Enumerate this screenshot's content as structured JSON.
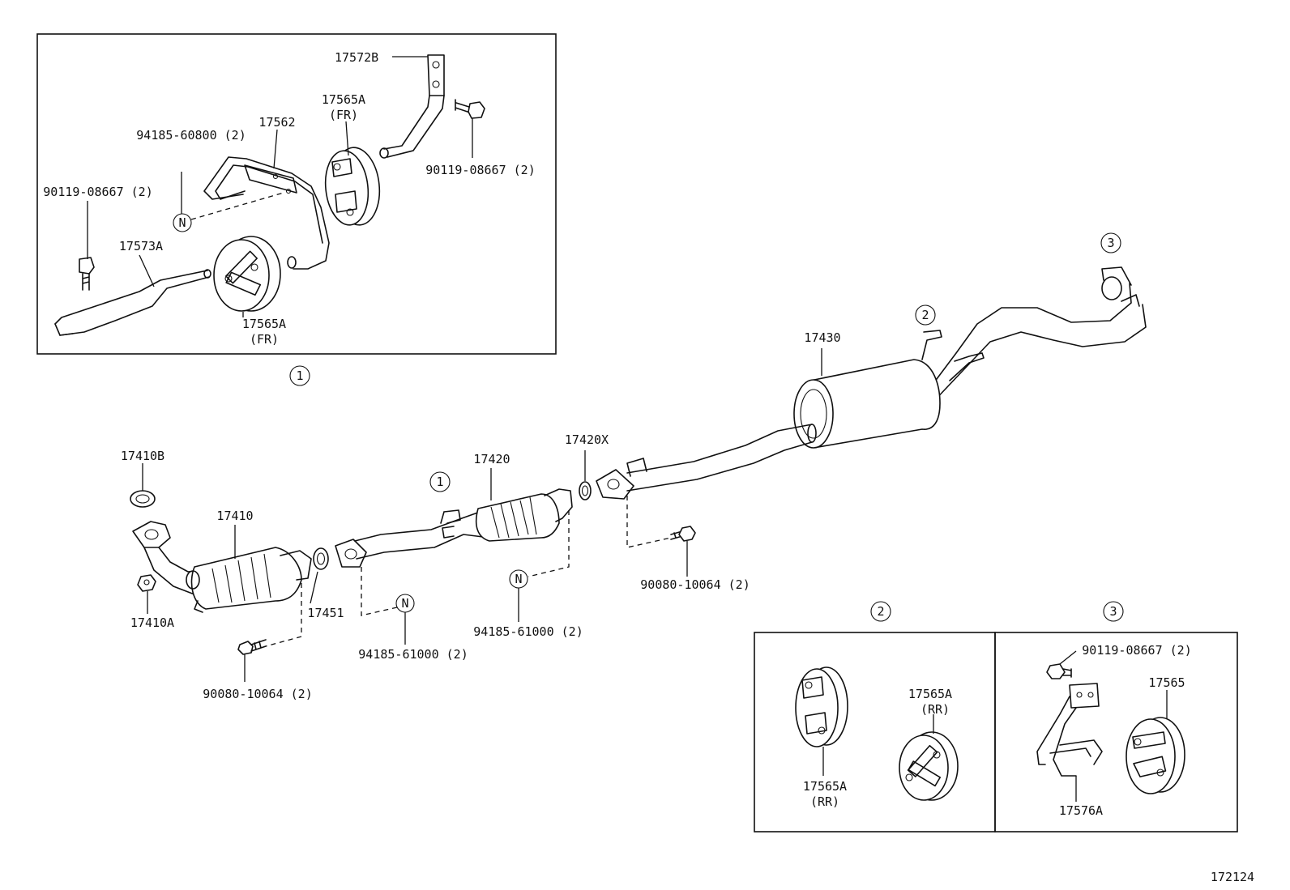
{
  "labels": {
    "p17572B": "17572B",
    "p17565A_fr_top": "17565A",
    "fr_top": "(FR)",
    "p17562": "17562",
    "p94185_60800": "94185-60800 (2)",
    "p90119_tl": "90119-08667 (2)",
    "p90119_tr": "90119-08667 (2)",
    "p17573A": "17573A",
    "p17565A_fr_bot": "17565A",
    "fr_bot": "(FR)",
    "p17430": "17430",
    "p17410B": "17410B",
    "p17410": "17410",
    "p17420": "17420",
    "p17420X": "17420X",
    "p17410A": "17410A",
    "p17451": "17451",
    "p90080_right": "90080-10064 (2)",
    "p94185_61000_right": "94185-61000 (2)",
    "p94185_61000_left": "94185-61000 (2)",
    "p90080_left": "90080-10064 (2)",
    "p90119_box3": "90119-08667 (2)",
    "p17565A_rr_right": "17565A",
    "rr_right": "(RR)",
    "p17565": "17565",
    "p17565A_rr_left": "17565A",
    "rr_left": "(RR)",
    "p17576A": "17576A",
    "figure_number": "172124"
  },
  "callouts": {
    "c1_detail": "1",
    "c1_main": "1",
    "c2_main": "2",
    "c3_main": "3",
    "c2_box": "2",
    "c3_box": "3"
  },
  "markers": {
    "n": "N"
  }
}
